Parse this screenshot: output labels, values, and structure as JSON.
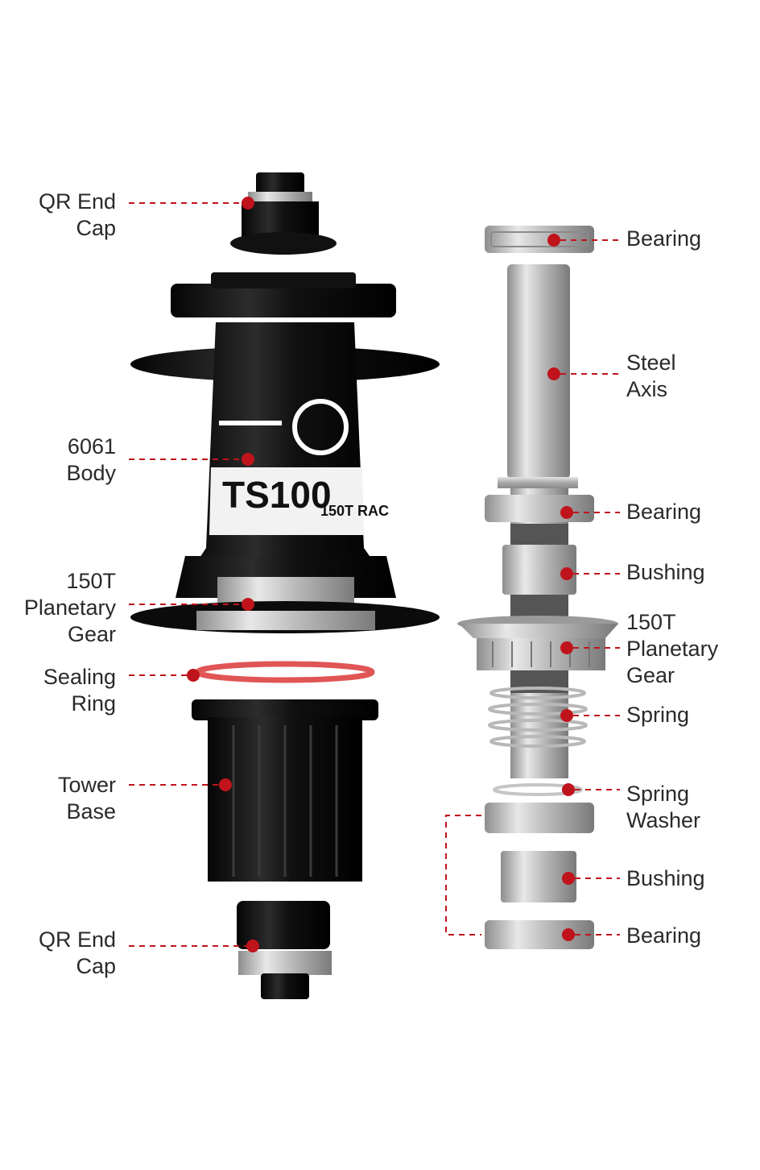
{
  "colors": {
    "accent": "#c0141c",
    "metal_dark": "#0e0e0e",
    "silver": "#c8c8c8",
    "sealing_ring": "#e05555",
    "text": "#2a2a2a"
  },
  "hub_print": {
    "model": "TS100",
    "sub": "150T RAC"
  },
  "labels_left": [
    {
      "id": "qr-end-cap-top",
      "lines": [
        "QR End",
        "Cap"
      ]
    },
    {
      "id": "body",
      "lines": [
        "6061",
        "Body"
      ]
    },
    {
      "id": "planetary-gear-left",
      "lines": [
        "150T",
        "Planetary",
        "Gear"
      ]
    },
    {
      "id": "sealing-ring",
      "lines": [
        "Sealing",
        "Ring"
      ]
    },
    {
      "id": "tower-base",
      "lines": [
        "Tower",
        "Base"
      ]
    },
    {
      "id": "qr-end-cap-bottom",
      "lines": [
        "QR End",
        "Cap"
      ]
    }
  ],
  "labels_right": [
    {
      "id": "bearing-top",
      "lines": [
        "Bearing"
      ]
    },
    {
      "id": "steel-axis",
      "lines": [
        "Steel",
        "Axis"
      ]
    },
    {
      "id": "bearing-middle",
      "lines": [
        "Bearing"
      ]
    },
    {
      "id": "bushing-top",
      "lines": [
        "Bushing"
      ]
    },
    {
      "id": "planetary-gear-right",
      "lines": [
        "150T",
        "Planetary",
        "Gear"
      ]
    },
    {
      "id": "spring",
      "lines": [
        "Spring"
      ]
    },
    {
      "id": "spring-washer",
      "lines": [
        "Spring",
        "Washer"
      ]
    },
    {
      "id": "bushing-bottom",
      "lines": [
        "Bushing"
      ]
    },
    {
      "id": "bearing-bottom",
      "lines": [
        "Bearing"
      ]
    }
  ]
}
